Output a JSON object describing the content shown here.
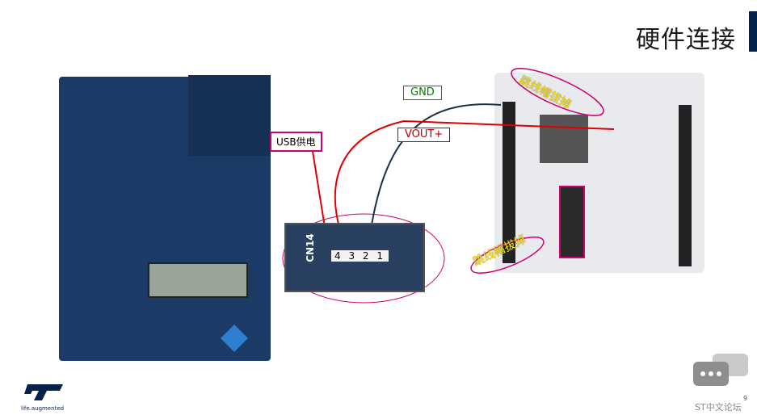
{
  "slide": {
    "title": "硬件连接",
    "page_number": "9"
  },
  "labels": {
    "gnd": "GND",
    "vout": "VOUT+",
    "usb": "USB供电",
    "jumper_top": "跳线帽拔掉",
    "jumper_bottom": "跳线帽拔掉",
    "connector": "CN14",
    "pins": "4 3 2 1"
  },
  "footer": {
    "logo_tagline": "life.augmented",
    "forum": "ST中文论坛"
  },
  "colors": {
    "st_blue": "#03234b",
    "gnd_wire": "#1c2e4a",
    "vout_wire": "#e00000",
    "highlight": "#d0006f",
    "note": "#ffe600"
  }
}
